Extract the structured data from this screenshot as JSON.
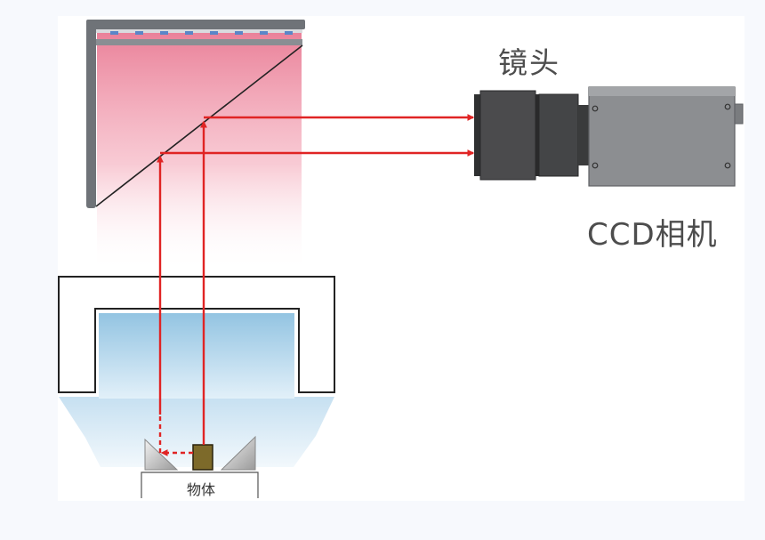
{
  "labels": {
    "lens": "镜头",
    "camera": "CCD相机",
    "object": "物体"
  },
  "colors": {
    "beam": "#e02424",
    "mirror_frame": "#6f7378",
    "mirror_glow": "#e45c78",
    "led_dots": "#5a86c8",
    "dome_light": "#9cc9e4",
    "lens_body": "#4b4b4d",
    "camera_body": "#8c8e91",
    "object_block": "#7d6a2a"
  },
  "icons": {
    "mirror": "prism-mirror-icon",
    "lens": "camera-lens-icon",
    "camera": "ccd-camera-icon",
    "object": "object-block-icon"
  }
}
